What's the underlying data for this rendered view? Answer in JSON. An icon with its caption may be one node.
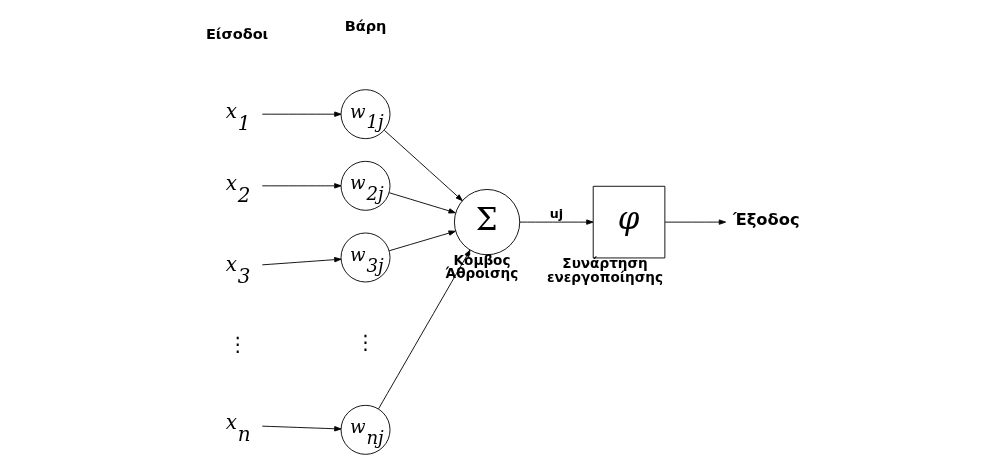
{
  "diagram": {
    "nodes": [
      {
        "text": [
          "x$_{1}$"
        ]
      },
      {
        "text": [
          "w$_{1j}$"
        ]
      },
      {
        "text": [
          "x$_{2}$"
        ]
      },
      {
        "text": [
          "w$_{2j}$"
        ]
      },
      {
        "text": [
          "x$_{3}$"
        ]
      },
      {
        "text": [
          "w$_{3j}$"
        ]
      },
      {
        "text": [
          "x$_{n}$"
        ]
      },
      {
        "text": [
          "w$_{nj}$"
        ]
      },
      {
        "text": [
          "Σ"
        ],
        "beside": [
          "Κόμβος Άθροισης"
        ]
      },
      {
        "text": [
          "φ"
        ],
        "beside": [
          "Συνάρτηση ενεργοποίησης"
        ]
      },
      {
        "text": [
          "Έξοδος"
        ]
      }
    ],
    "edges": [
      {
        "from": 0,
        "to": 1,
        "arrow": "to"
      },
      {
        "from": 2,
        "to": 3,
        "arrow": "to"
      },
      {
        "from": 4,
        "to": 5,
        "arrow": "to"
      },
      {
        "from": 6,
        "to": 7,
        "arrow": "to"
      },
      {
        "from": 1,
        "to": 8,
        "arrow": "to"
      },
      {
        "from": 3,
        "to": 8,
        "arrow": "to"
      },
      {
        "from": 5,
        "to": 8,
        "arrow": "to"
      },
      {
        "from": 7,
        "to": 8,
        "arrow": "to"
      },
      {
        "from": 8,
        "to": 9,
        "label": "uj",
        "arrow": "to"
      },
      {
        "from": 9,
        "to": 10,
        "arrow": "to"
      }
    ],
    "labels": [
      "Βάρη",
      "Είσοδοι",
      "⋮",
      "⋮"
    ]
  }
}
